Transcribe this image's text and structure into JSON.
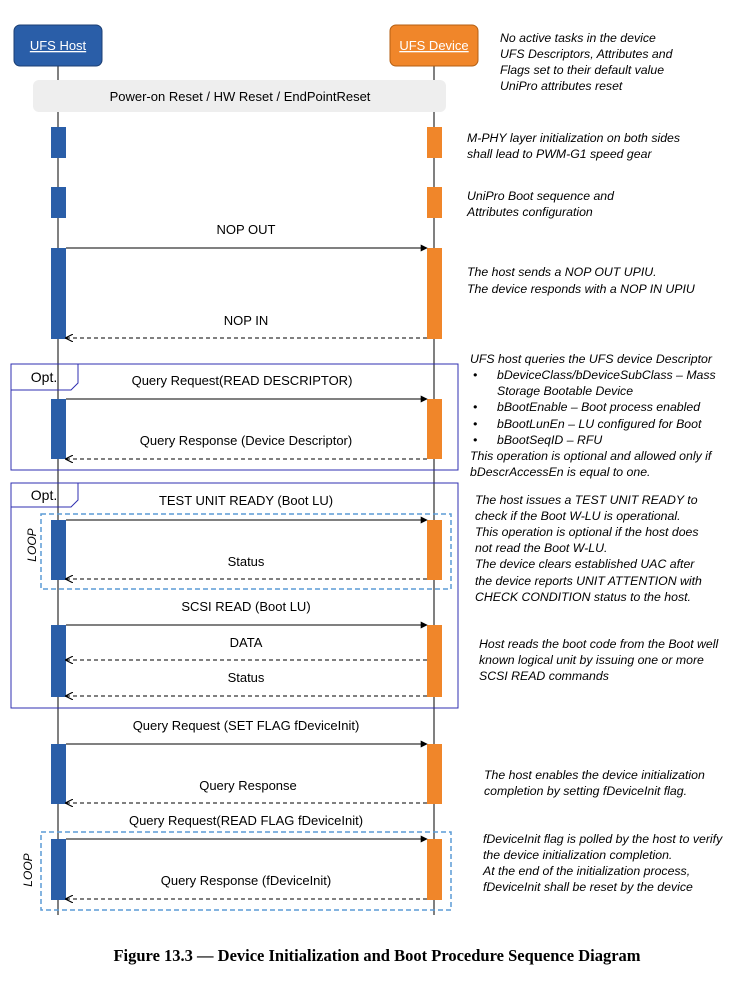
{
  "participants": {
    "host": "UFS Host",
    "device": "UFS Device"
  },
  "colors": {
    "host": "#2a5ea8",
    "device": "#f0862a",
    "frame": "#2f2fb0",
    "loop_frame": "#5b9bd5",
    "reset_bar": "#eeeeee"
  },
  "reset_label": "Power-on Reset / HW Reset / EndPointReset",
  "notes": {
    "n1": [
      "No active tasks in the device",
      "UFS Descriptors, Attributes and",
      "Flags set to their default value",
      "UniPro attributes reset"
    ],
    "n2": [
      "M-PHY layer initialization on both sides",
      "shall lead to PWM-G1 speed gear"
    ],
    "n3": [
      "UniPro Boot sequence and",
      "Attributes configuration"
    ],
    "n4": [
      "The host sends a NOP OUT UPIU.",
      "The device responds with a NOP IN UPIU"
    ],
    "n5": [
      "UFS host queries the UFS device Descriptor"
    ],
    "n5_bullets": [
      "bDeviceClass/bDeviceSubClass – Mass",
      "Storage Bootable Device",
      "bBootEnable – Boot process enabled",
      "bBootLunEn – LU configured for Boot",
      "bBootSeqID – RFU"
    ],
    "n5_tail": [
      "This operation is optional and allowed only if",
      "bDescrAccessEn is equal to one."
    ],
    "n6": [
      "The host issues a TEST UNIT READY to",
      "check if the Boot W-LU is operational.",
      "This operation is optional if the host does",
      "not read the Boot W-LU.",
      "The device clears established UAC after",
      "the device reports UNIT ATTENTION with",
      "CHECK CONDITION status to the host."
    ],
    "n7": [
      "Host reads the boot code from the Boot well",
      "known logical unit by issuing one or more",
      "SCSI READ commands"
    ],
    "n8": [
      "The host enables the device initialization",
      "completion by setting fDeviceInit flag."
    ],
    "n9": [
      "fDeviceInit flag is polled by the host to verify",
      "the device initialization completion.",
      "At the end of the initialization process,",
      "fDeviceInit shall be reset by the device"
    ]
  },
  "messages": {
    "nop_out": "NOP OUT",
    "nop_in": "NOP IN",
    "query_read_desc": "Query Request(READ DESCRIPTOR)",
    "query_resp_desc": "Query Response (Device Descriptor)",
    "tur": "TEST UNIT READY (Boot LU)",
    "status_1": "Status",
    "scsi_read": "SCSI READ (Boot LU)",
    "data": "DATA",
    "status_2": "Status",
    "set_flag": "Query Request (SET FLAG fDeviceInit)",
    "query_resp": "Query Response",
    "read_flag": "Query Request(READ FLAG fDeviceInit)",
    "resp_flag": "Query Response (fDeviceInit)"
  },
  "frames": {
    "opt1": "Opt.",
    "opt2": "Opt.",
    "loop1": "LOOP",
    "loop2": "LOOP"
  },
  "caption": "Figure 13.3 — Device Initialization and Boot Procedure Sequence Diagram"
}
